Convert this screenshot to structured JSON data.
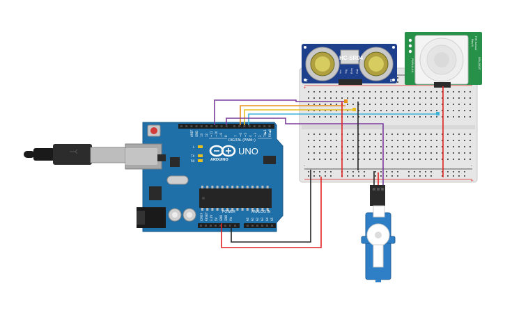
{
  "board": {
    "brand": "UNO",
    "maker": "ARDUINO",
    "digital_header": "DIGITAL (PWM~)",
    "power_label": "POWER",
    "analog_label": "ANALOG IN",
    "aref": "AREF",
    "gnd": "GND",
    "pin_13": "13",
    "pin_12": "12",
    "pin_11": "~11",
    "pin_10": "~10",
    "pin_9": "~9",
    "pin_8": "8",
    "pin_7": "7",
    "pin_6": "~6",
    "pin_5": "~5",
    "pin_4": "4",
    "pin_3": "~3",
    "pin_2": "2",
    "pin_tx1": "TX▶1",
    "pin_rx0": "RX◀0",
    "led_l": "L",
    "led_tx": "TX",
    "led_rx": "RX",
    "ioref": "IOREF",
    "reset": "RESET",
    "v33": "3.3V",
    "v5": "5V",
    "gnd1": "GND",
    "gnd2": "GND",
    "vin": "Vin",
    "a0": "A0",
    "a1": "A1",
    "a2": "A2",
    "a3": "A3",
    "a4": "A4",
    "a5": "A5"
  },
  "sonar": {
    "model": "HC-SR04",
    "pin_vcc": "Vcc",
    "pin_trig": "Trig",
    "pin_echo": "Echo",
    "pin_gnd": "Gnd",
    "left_mark": "T",
    "right_mark": "R"
  },
  "pir": {
    "label_a": "PIR Sensor",
    "label_b": "Rev B",
    "label_c": "555-28027",
    "label_d": "PARALLAX"
  },
  "breadboard": {
    "plus": "+",
    "minus": "-"
  },
  "colors": {
    "wire_red": "#e02020",
    "wire_black": "#222222",
    "wire_purple": "#7a3a9a",
    "wire_orange": "#e8901a",
    "wire_yellow": "#e8c020",
    "wire_cyan": "#3cb4d8",
    "board_blue": "#1f6fa8",
    "pir_green": "#27914a",
    "sonar_blue": "#1d3f8c",
    "servo_blue": "#2f7fc6"
  }
}
